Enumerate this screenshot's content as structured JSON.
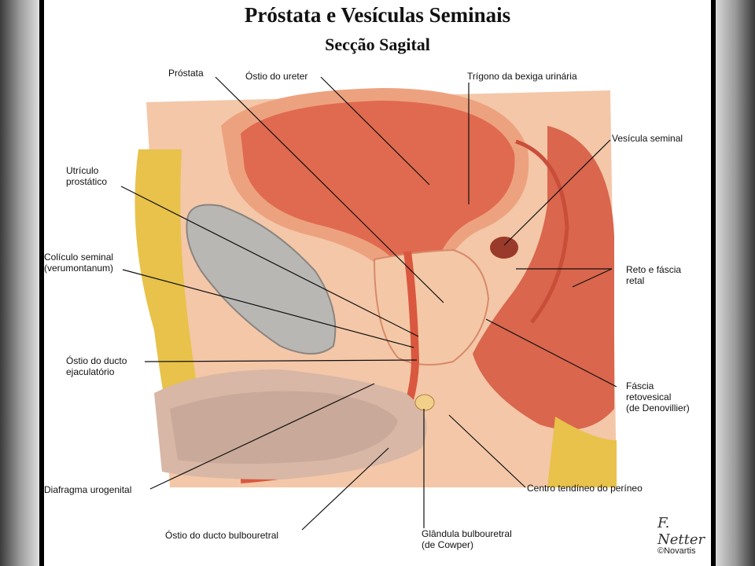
{
  "title": "Próstata e Vesículas Seminais",
  "subtitle": "Secção Sagital",
  "labels": {
    "prostata": "Próstata",
    "ostio_ureter": "Óstio do ureter",
    "trigono": "Trígono da bexiga urinária",
    "vesicula": "Vesícula seminal",
    "utriculo_1": "Utrículo",
    "utriculo_2": "prostático",
    "coliculo_1": "Colículo seminal",
    "coliculo_2": "(verumontanum)",
    "reto_1": "Reto e fáscia",
    "reto_2": "retal",
    "ostio_ejac_1": "Óstio do ducto",
    "ostio_ejac_2": "ejaculatório",
    "fascia_1": "Fáscia",
    "fascia_2": "retovesical",
    "fascia_3": "(de Denovillier)",
    "diafragma": "Diafragma urogenital",
    "centro": "Centro tendíneo do períneo",
    "ostio_bulbo": "Óstio do ducto bulbouretral",
    "glandula_1": "Glândula bulbouretral",
    "glandula_2": "(de Cowper)"
  },
  "signature": "F. Netter",
  "copyright": "©Novartis",
  "colors": {
    "bladder": "#e06a4f",
    "tissue": "#f1b995",
    "fat": "#e8c24a",
    "bone": "#b9b7b3",
    "rectum": "#d9664d"
  }
}
